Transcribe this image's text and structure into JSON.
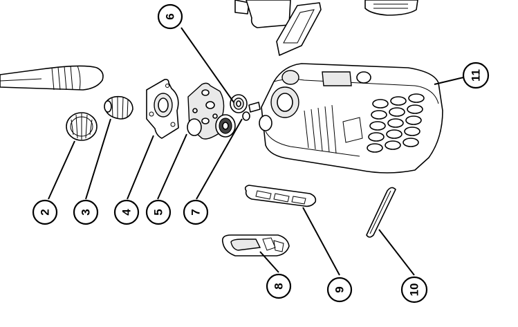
{
  "diagram": {
    "style": "exploded-parts-view",
    "colors": {
      "line": "#000000",
      "fill": "#ffffff",
      "shade": "#e9e9e9",
      "dark": "#444444"
    },
    "callouts": [
      {
        "id": "c2",
        "label": "2",
        "part": "antenna-knob-large"
      },
      {
        "id": "c3",
        "label": "3",
        "part": "antenna-knob-small"
      },
      {
        "id": "c4",
        "label": "4",
        "part": "top-plate"
      },
      {
        "id": "c5",
        "label": "5",
        "part": "gasket-plate"
      },
      {
        "id": "c6",
        "label": "6",
        "part": "knob-nut"
      },
      {
        "id": "c7",
        "label": "7",
        "part": "small-fastener"
      },
      {
        "id": "c8",
        "label": "8",
        "part": "side-button-cover"
      },
      {
        "id": "c9",
        "label": "9",
        "part": "side-button-membrane"
      },
      {
        "id": "c10",
        "label": "10",
        "part": "side-strip"
      },
      {
        "id": "c11",
        "label": "11",
        "part": "radio-housing"
      }
    ]
  }
}
